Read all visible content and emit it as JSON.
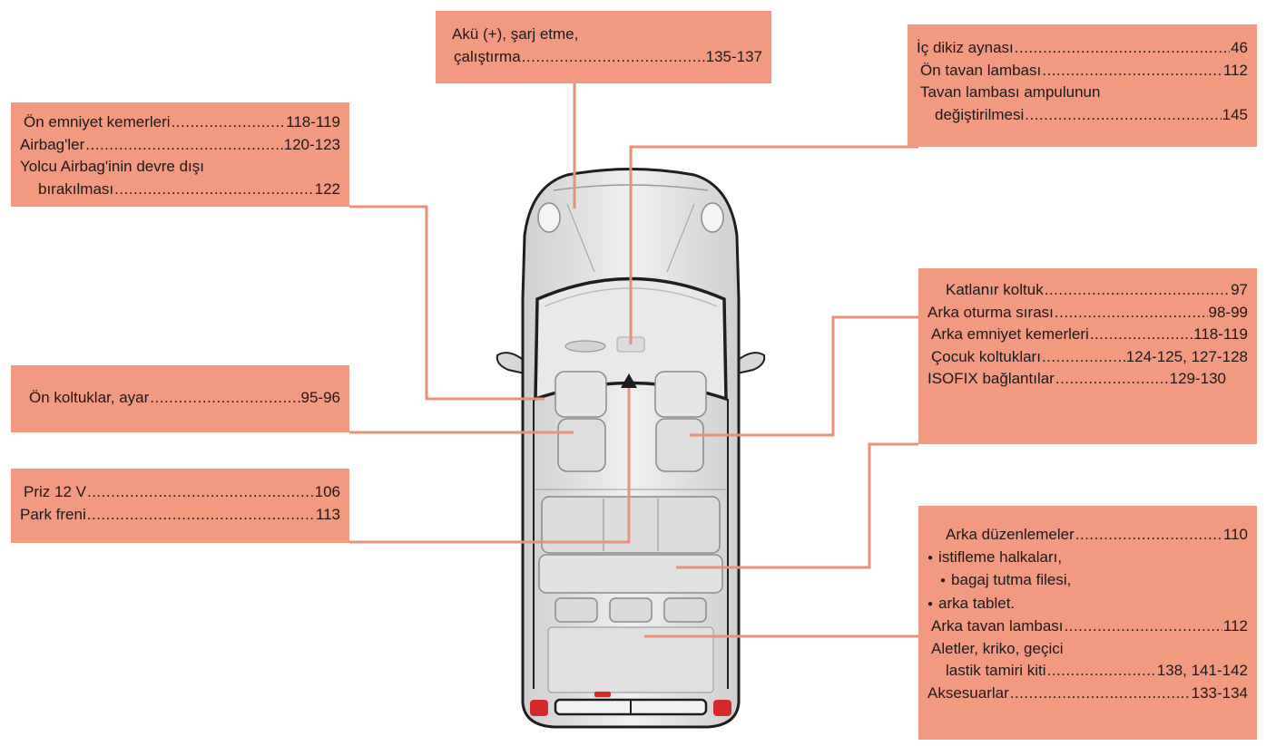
{
  "colors": {
    "callout_fill": "#f29a80",
    "leader_line": "#e8907a",
    "van_body": "#e4e4e4",
    "van_outline": "#1e1e1e",
    "tail_light": "#d62a2a"
  },
  "callouts": {
    "battery": {
      "entries": [
        {
          "label": "Akü (+), şarj etme,",
          "page": ""
        },
        {
          "label": "çalıştırma",
          "page": "135-137"
        }
      ]
    },
    "mirror": {
      "entries": [
        {
          "label": "İç dikiz aynası",
          "page": "46"
        },
        {
          "label": "Ön tavan lambası",
          "page": "112"
        },
        {
          "label": "Tavan lambası ampulunun",
          "page": ""
        },
        {
          "label": "değiştirilmesi",
          "page": "145"
        }
      ]
    },
    "belts": {
      "entries": [
        {
          "label": "Ön emniyet kemerleri",
          "page": "118-119"
        },
        {
          "label": "Airbag'ler",
          "page": "120-123"
        },
        {
          "label": "Yolcu Airbag'inin devre dışı",
          "page": ""
        },
        {
          "label": "bırakılması",
          "page": "122"
        }
      ]
    },
    "front_seats": {
      "entries": [
        {
          "label": "Ön koltuklar, ayar",
          "page": "95-96"
        }
      ]
    },
    "socket": {
      "entries": [
        {
          "label": "Priz 12 V",
          "page": "106"
        },
        {
          "label": "Park freni",
          "page": "113"
        }
      ]
    },
    "rear_seats": {
      "entries": [
        {
          "label": "Katlanır koltuk",
          "page": "97"
        },
        {
          "label": "Arka oturma sırası",
          "page": "98-99"
        },
        {
          "label": "Arka emniyet kemerleri",
          "page": "118-119"
        },
        {
          "label": "Çocuk koltukları",
          "page": "124-125, 127-128"
        },
        {
          "label": "ISOFIX bağlantılar",
          "page": "129-130"
        }
      ]
    },
    "rear_fittings": {
      "entries": [
        {
          "label": "Arka düzenlemeler",
          "page": "110"
        },
        {
          "label": "istifleme halkaları,",
          "page": ""
        },
        {
          "label": "bagaj tutma filesi,",
          "page": ""
        },
        {
          "label": "arka tablet.",
          "page": ""
        },
        {
          "label": "Arka tavan lambası",
          "page": "112"
        },
        {
          "label": "Aletler, kriko, geçici",
          "page": ""
        },
        {
          "label": "lastik tamiri kiti",
          "page": "138, 141-142"
        },
        {
          "label": "Aksesuarlar",
          "page": "133-134"
        }
      ]
    }
  }
}
